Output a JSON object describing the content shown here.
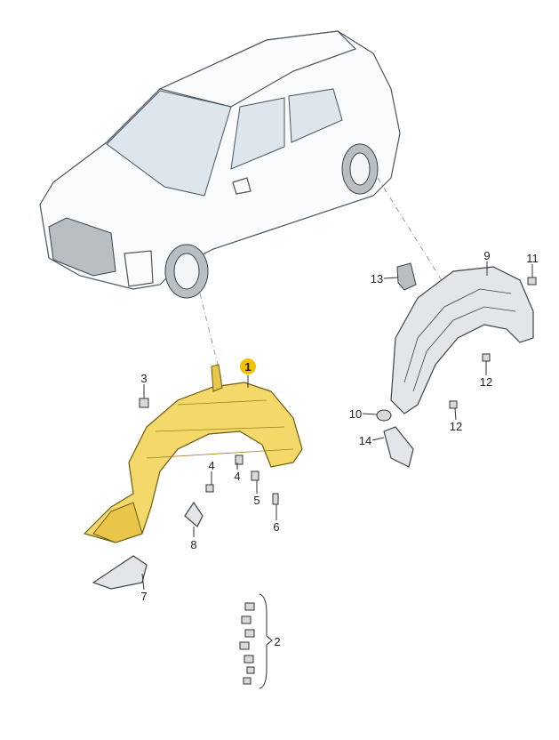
{
  "diagram": {
    "title": "Wheel housing liner assembly",
    "highlight_color": "#f2c200",
    "part_color": "#f4d86a",
    "callouts": {
      "main_part": "1",
      "fastener_set": "2",
      "screw_front": "3",
      "screw_a": "4",
      "screw_b": "4",
      "screw_c": "5",
      "clip_rivet": "6",
      "cover_lower": "7",
      "bracket_front": "8",
      "rear_liner": "9",
      "expanding_nut": "10",
      "screw_rear_top": "11",
      "screw_rear_right": "12",
      "screw_rear_bottom": "12",
      "retainer": "13",
      "bracket_rear": "14"
    }
  }
}
